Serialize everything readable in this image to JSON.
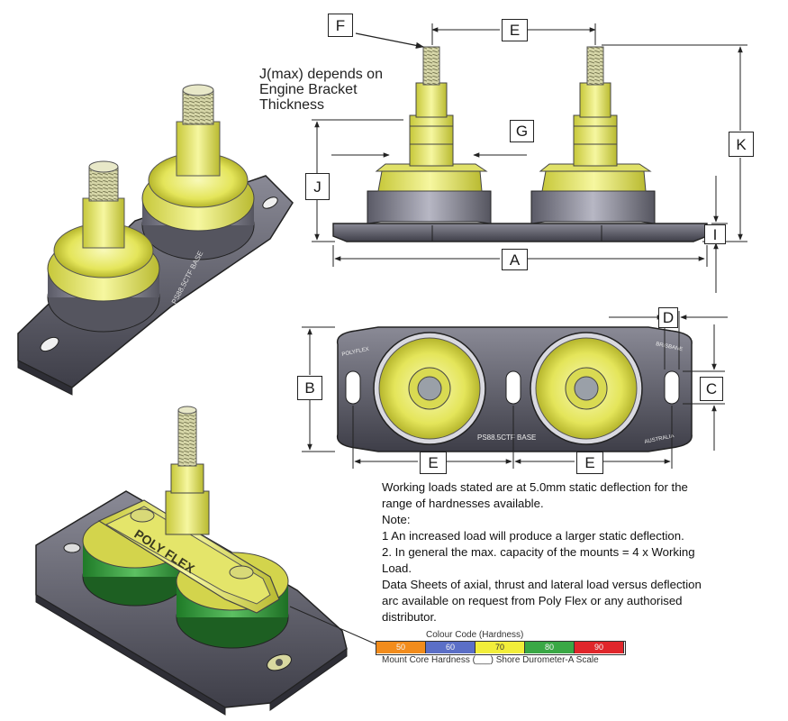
{
  "labels": {
    "F": "F",
    "E_top": "E",
    "G": "G",
    "J": "J",
    "K": "K",
    "I": "I",
    "A": "A",
    "D": "D",
    "B": "B",
    "C": "C",
    "E_left": "E",
    "E_right": "E"
  },
  "j_note": [
    "J(max) depends on",
    "Engine Bracket",
    "Thickness"
  ],
  "plate_text": {
    "brand_left": "POLYFLEX",
    "brand_right": "BRISBANE",
    "part_code": "PS88.5CTF BASE",
    "country": "AUSTRALIA",
    "iso_code": "PS88.5CTF BASE",
    "bracket_brand": "POLY FLEX"
  },
  "notes": [
    "Working loads stated are at 5.0mm static deflection for the",
    "range of hardnesses available.",
    "Note:",
    "1 An increased load will produce a larger static deflection.",
    "2. In general the max. capacity of the mounts = 4 x Working",
    "Load.",
    "Data Sheets of axial, thrust and lateral load versus deflection",
    "arc available on request from Poly Flex or any authorised",
    "distributor."
  ],
  "colour_scale": {
    "title": "Colour Code (Hardness)",
    "caption": "Mount Core Hardness (___) Shore Durometer-A Scale",
    "segments": [
      {
        "value": "50",
        "color": "#f28c1c"
      },
      {
        "value": "60",
        "color": "#5b6fc7"
      },
      {
        "value": "70",
        "color": "#f2ee3a"
      },
      {
        "value": "80",
        "color": "#3aa845"
      },
      {
        "value": "90",
        "color": "#e0262b"
      }
    ]
  },
  "colors": {
    "yellow": "#e6e85a",
    "yellow_light": "#f5f6a8",
    "green": "#3a9a3d",
    "base_dark": "#4a4a55",
    "base_mid": "#7a7a86",
    "steel": "#c9c9b8"
  }
}
